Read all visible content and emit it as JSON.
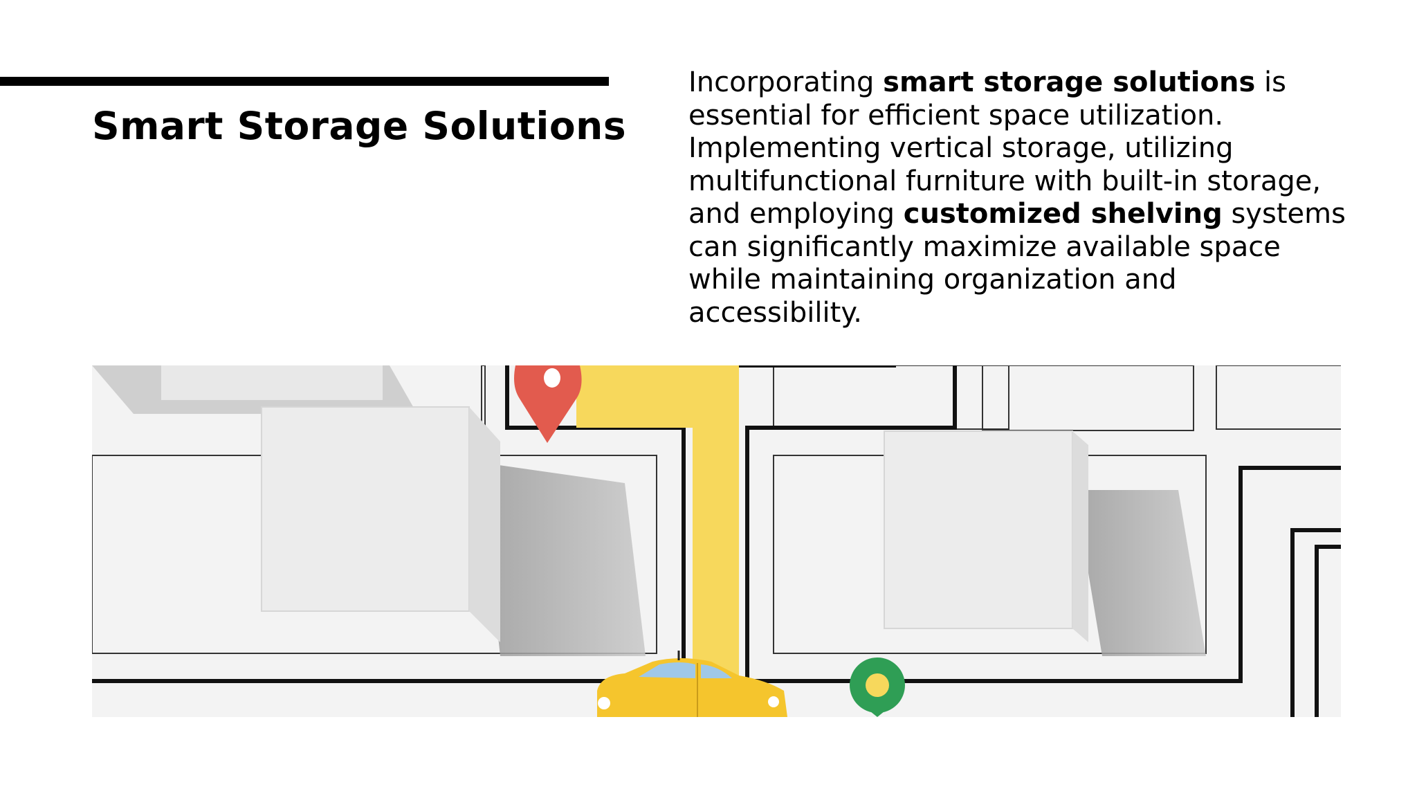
{
  "slide": {
    "title": "Smart Storage Solutions",
    "body": {
      "t1": "Incorporating ",
      "b1": "smart storage solutions",
      "t2": " is essential for efficient space utilization. Implementing vertical storage, utilizing multifunctional furniture with built-in storage, and employing ",
      "b2": "customized shelving",
      "t3": " systems can significantly maximize available space while maintaining organization and accessibility."
    },
    "image": {
      "subject": "paper-craft city map with white blocks, a yellow road, a yellow taxi and red and green location pins",
      "colors": {
        "road": "#f7d85c",
        "car": "#f5c52d",
        "pin_red": "#e25b4e",
        "pin_green": "#2f9e55",
        "lines": "#111111"
      }
    },
    "colors": {
      "text": "#000000",
      "background": "#ffffff",
      "accent_bar": "#000000"
    }
  }
}
